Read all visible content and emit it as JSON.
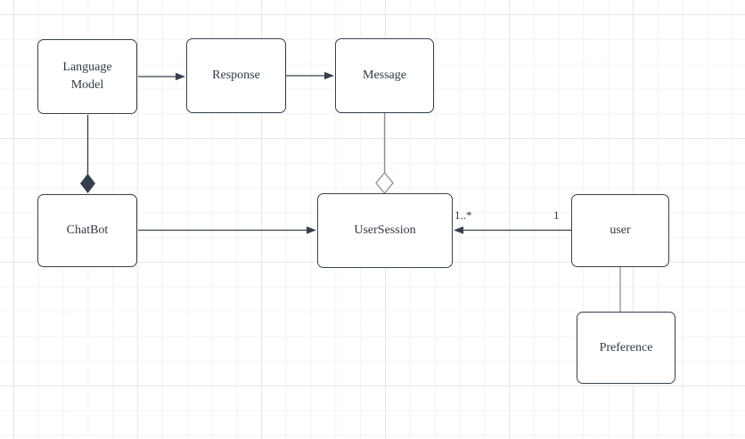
{
  "diagram": {
    "nodes": {
      "language_model": {
        "label": "Language\nModel"
      },
      "response": {
        "label": "Response"
      },
      "message": {
        "label": "Message"
      },
      "chatbot": {
        "label": "ChatBot"
      },
      "user_session": {
        "label": "UserSession"
      },
      "user": {
        "label": "user"
      },
      "preference": {
        "label": "Preference"
      }
    },
    "edge_labels": {
      "user_session_multiplicity": "1..*",
      "user_multiplicity": "1"
    },
    "colors": {
      "node_fill": "#ffffff",
      "node_stroke": "#36404d",
      "edge_dark": "#36404d",
      "edge_gray": "#8b919a",
      "grid_minor": "#f1f2f4",
      "grid_major": "#e4e6e9"
    }
  }
}
